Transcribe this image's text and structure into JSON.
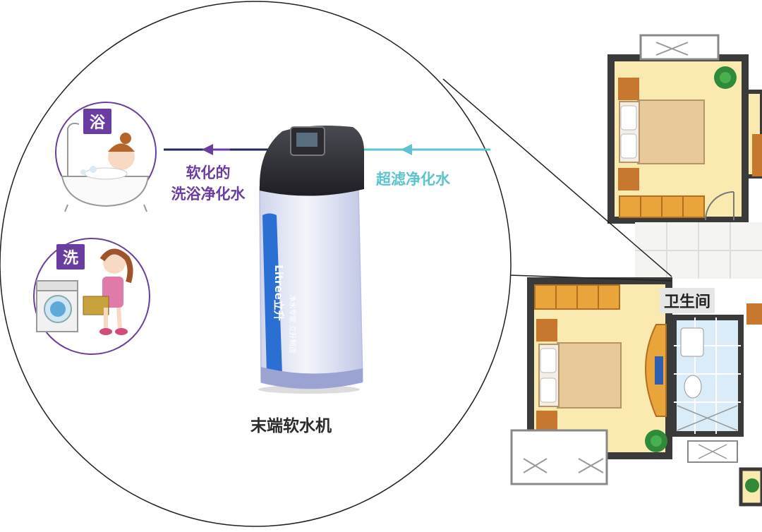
{
  "labels": {
    "bath_badge": "浴",
    "wash_badge": "洗",
    "softened_line1": "软化的",
    "softened_line2": "洗浴净化水",
    "ultrafiltered": "超滤净化水",
    "machine_name": "末端软水机",
    "bathroom": "卫生间",
    "device_brand": "Litree立升",
    "device_slogan": "净水专家 立升制造"
  },
  "colors": {
    "purple": "#6a3ea1",
    "teal": "#5cc3cf",
    "navy_line": "#1f2a5a",
    "floor_yellow": "#fbeab0",
    "wall": "#3a3a3a"
  }
}
